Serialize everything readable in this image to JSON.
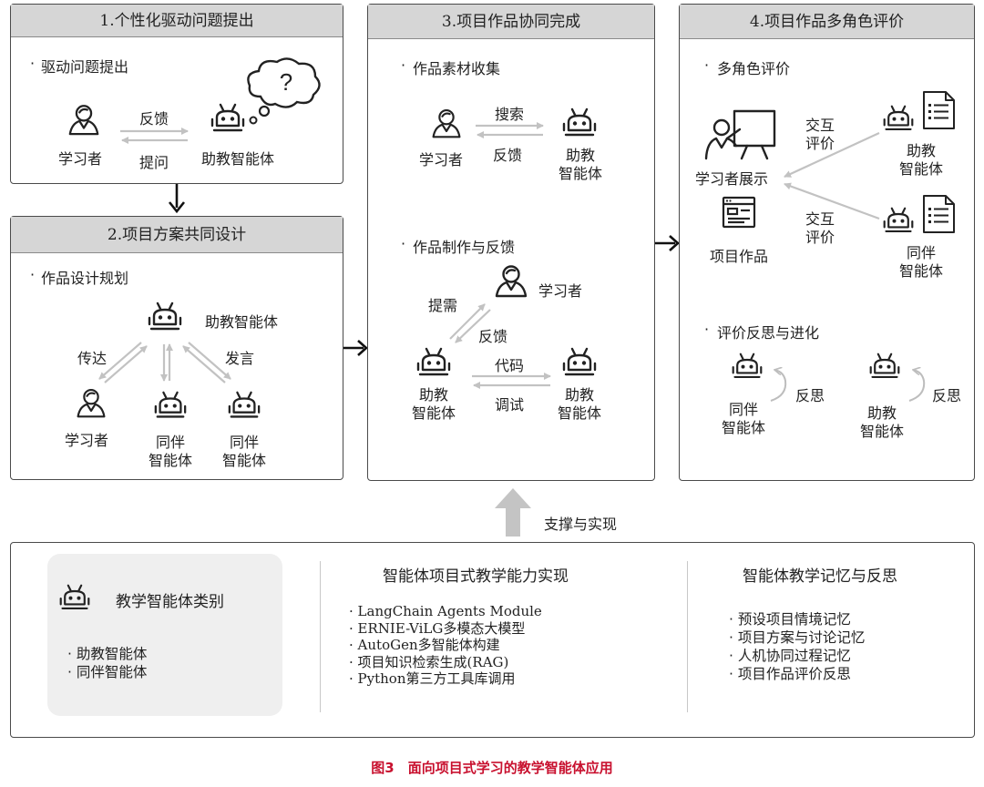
{
  "panels": {
    "p1": {
      "header": "1.个性化驱动问题提出",
      "subtitle": "驱动问题提出",
      "learner": "学习者",
      "agent": "助教智能体",
      "arrow_top": "反馈",
      "arrow_bottom": "提问",
      "bubble_symbol": "?"
    },
    "p2": {
      "header": "2.项目方案共同设计",
      "subtitle": "作品设计规划",
      "center_agent": "助教智能体",
      "left_label": "传达",
      "right_label": "发言",
      "learner": "学习者",
      "peer1": "同伴\n智能体",
      "peer2": "同伴\n智能体"
    },
    "p3": {
      "header": "3.项目作品协同完成",
      "subtitle1": "作品素材收集",
      "learner1": "学习者",
      "search": "搜索",
      "feedback1": "反馈",
      "agent1": "助教\n智能体",
      "subtitle2": "作品制作与反馈",
      "learner2": "学习者",
      "demand": "提需",
      "feedback2": "反馈",
      "agent_left": "助教\n智能体",
      "code": "代码",
      "debug": "调试",
      "agent_right": "助教\n智能体"
    },
    "p4": {
      "header": "4.项目作品多角色评价",
      "subtitle1": "多角色评价",
      "learner_show": "学习者展示",
      "mutual1": "交互\n评价",
      "assist_agent": "助教\n智能体",
      "work": "项目作品",
      "mutual2": "交互\n评价",
      "peer_agent": "同伴\n智能体",
      "subtitle2": "评价反思与进化",
      "peer_agent2": "同伴\n智能体",
      "reflect1": "反思",
      "assist_agent2": "助教\n智能体",
      "reflect2": "反思"
    }
  },
  "support_label": "支撑与实现",
  "bottom": {
    "col1": {
      "title": "教学智能体类别",
      "items": [
        "助教智能体",
        "同伴智能体"
      ]
    },
    "col2": {
      "title": "智能体项目式教学能力实现",
      "items": [
        "LangChain Agents Module",
        "ERNIE-ViLG多模态大模型",
        "AutoGen多智能体构建",
        "项目知识检索生成(RAG)",
        "Python第三方工具库调用"
      ]
    },
    "col3": {
      "title": "智能体教学记忆与反思",
      "items": [
        "预设项目情境记忆",
        "项目方案与讨论记忆",
        "人机协同过程记忆",
        "项目作品评价反思"
      ]
    }
  },
  "caption": "图3　面向项目式学习的教学智能体应用",
  "colors": {
    "border": "#4a4a4a",
    "header_bg": "#d6d6d6",
    "arrow": "#c2c2c2",
    "flow_arrow": "#111111",
    "caption": "#c8102e"
  }
}
